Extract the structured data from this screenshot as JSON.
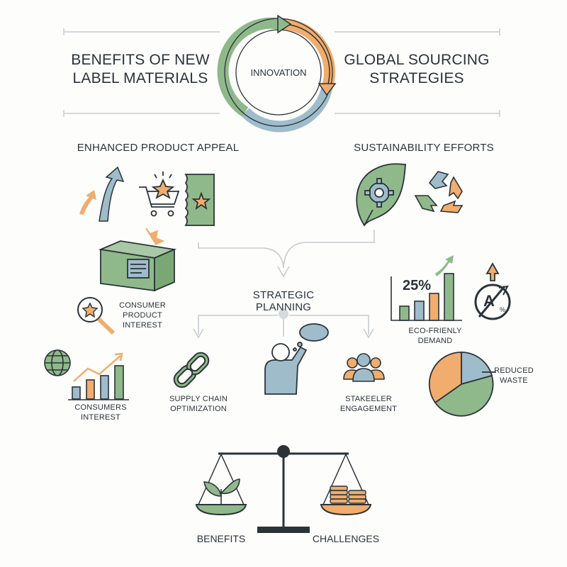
{
  "center": {
    "label": "INNOVATION"
  },
  "header": {
    "left_title": [
      "BENEFITS OF NEW",
      "LABEL MATERIALS"
    ],
    "right_title": [
      "GLOBAL SOURCING",
      "STRATEGIES"
    ]
  },
  "sections": {
    "product_appeal": "ENHANCED PRODUCT APPEAL",
    "sustainability": "SUSTAINABILITY EFFORTS",
    "strategic_planning": "STRATEGIC PLANNING"
  },
  "labels": {
    "consumer_product_interest": [
      "CONSUMER",
      "PRODUCT",
      "INTEREST"
    ],
    "consumers_interest": [
      "CONSUMERS",
      "INTEREST"
    ],
    "supply_chain": [
      "SUPPLY CHAIN",
      "OPTIMIZATION"
    ],
    "stakeholder": [
      "STAKEELER",
      "ENGAGEMENT"
    ],
    "eco_demand": "ECO-FRIENLY DEMAND",
    "eco_percent": "25%",
    "reduced_waste": [
      "REDUCED",
      "WASTE"
    ],
    "benefits": "BENEFITS",
    "challenges": "CHALLENGES",
    "no_a_letter": "A"
  },
  "colors": {
    "green": "#8fb98a",
    "orange": "#f0ad6d",
    "blue": "#9fbccb",
    "dark": "#2b3338",
    "line": "#c8ccce"
  }
}
